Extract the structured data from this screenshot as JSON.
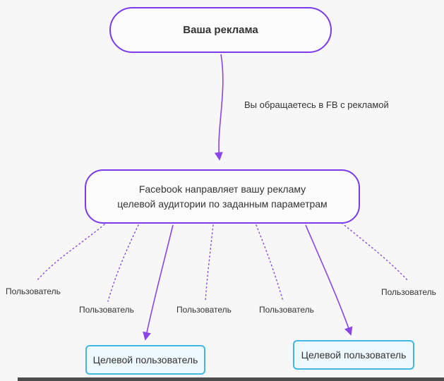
{
  "nodes": {
    "your_ad": "Ваша реклама",
    "facebook": "Facebook направляет вашу рекламу\nцелевой аудитории по заданным параметрам",
    "target_user_left": "Целевой пользователь",
    "target_user_right": "Целевой пользователь"
  },
  "edge_labels": {
    "top": "Вы обращаетесь в FB с рекламой"
  },
  "users": [
    "Пользователь",
    "Пользователь",
    "Пользователь",
    "Пользователь",
    "Пользователь"
  ],
  "colors": {
    "node_border": "#7c3aed",
    "edge_stroke": "#8b45e6",
    "target_border": "#41b8e4",
    "target_fill": "#edf9fe",
    "text": "#333333",
    "background": "#f7f7f7"
  }
}
